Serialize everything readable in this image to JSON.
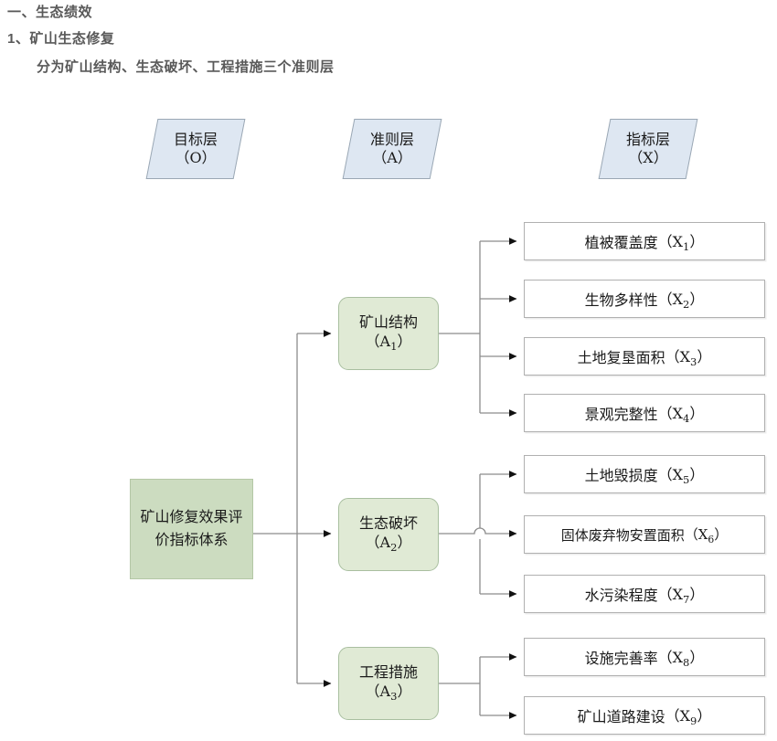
{
  "headings": {
    "section": "一、生态绩效",
    "item": "1、矿山生态修复",
    "description": "分为矿山结构、生态破坏、工程措施三个准则层"
  },
  "layers": [
    {
      "name": "目标层",
      "code": "（O）"
    },
    {
      "name": "准则层",
      "code": "（A）"
    },
    {
      "name": "指标层",
      "code": "（X）"
    }
  ],
  "goal": {
    "label": "矿山修复效果评价指标体系",
    "color": "#ccdcc0"
  },
  "criteria": [
    {
      "name": "矿山结构",
      "code": "A",
      "index": "1"
    },
    {
      "name": "生态破坏",
      "code": "A",
      "index": "2"
    },
    {
      "name": "工程措施",
      "code": "A",
      "index": "3"
    }
  ],
  "indicators": [
    {
      "name": "植被覆盖度",
      "code": "X",
      "index": "1",
      "parent": "A1"
    },
    {
      "name": "生物多样性",
      "code": "X",
      "index": "2",
      "parent": "A1"
    },
    {
      "name": "土地复垦面积",
      "code": "X",
      "index": "3",
      "parent": "A1"
    },
    {
      "name": "景观完整性",
      "code": "X",
      "index": "4",
      "parent": "A1"
    },
    {
      "name": "土地毁损度",
      "code": "X",
      "index": "5",
      "parent": "A2"
    },
    {
      "name": "固体废弃物安置面积",
      "code": "X",
      "index": "6",
      "parent": "A2"
    },
    {
      "name": "水污染程度",
      "code": "X",
      "index": "7",
      "parent": "A2"
    },
    {
      "name": "设施完善率",
      "code": "X",
      "index": "8",
      "parent": "A3"
    },
    {
      "name": "矿山道路建设",
      "code": "X",
      "index": "9",
      "parent": "A3"
    }
  ],
  "colors": {
    "layer_fill": "#dee7f2",
    "layer_stroke": "#9aa7b4",
    "goal_fill": "#ccdcc0",
    "criteria_fill": "#e0ead5",
    "criteria_stroke": "#a9bfa0",
    "indicator_fill": "#ffffff",
    "indicator_stroke": "#b0b0b0",
    "connector": "#808080",
    "heading_text": "#595959"
  }
}
